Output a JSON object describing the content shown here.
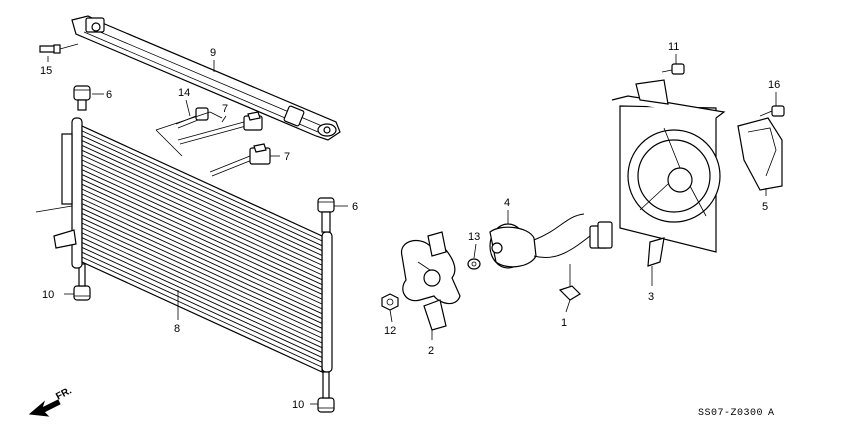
{
  "diagram": {
    "callouts": [
      {
        "id": "c1",
        "label": "1"
      },
      {
        "id": "c2",
        "label": "2"
      },
      {
        "id": "c3",
        "label": "3"
      },
      {
        "id": "c4",
        "label": "4"
      },
      {
        "id": "c5",
        "label": "5"
      },
      {
        "id": "c6a",
        "label": "6"
      },
      {
        "id": "c6b",
        "label": "6"
      },
      {
        "id": "c7a",
        "label": "7"
      },
      {
        "id": "c7b",
        "label": "7"
      },
      {
        "id": "c8",
        "label": "8"
      },
      {
        "id": "c9",
        "label": "9"
      },
      {
        "id": "c10a",
        "label": "10"
      },
      {
        "id": "c10b",
        "label": "10"
      },
      {
        "id": "c11",
        "label": "11"
      },
      {
        "id": "c12",
        "label": "12"
      },
      {
        "id": "c13",
        "label": "13"
      },
      {
        "id": "c14",
        "label": "14"
      },
      {
        "id": "c15",
        "label": "15"
      },
      {
        "id": "c16",
        "label": "16"
      }
    ],
    "direction_label": "FR.",
    "diagram_code": "SS07-Z0300",
    "diagram_code_suffix": "A"
  }
}
